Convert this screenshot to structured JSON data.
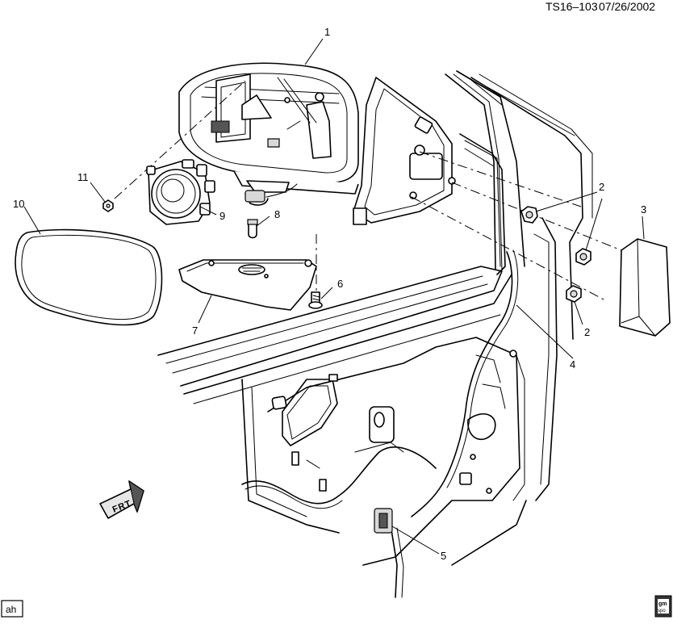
{
  "header": {
    "drawing_id": "TS16–103",
    "date": "07/26/2002"
  },
  "callouts": [
    {
      "id": "c1",
      "label": "1"
    },
    {
      "id": "c2a",
      "label": "2"
    },
    {
      "id": "c2b",
      "label": "2"
    },
    {
      "id": "c3",
      "label": "3"
    },
    {
      "id": "c4",
      "label": "4"
    },
    {
      "id": "c5",
      "label": "5"
    },
    {
      "id": "c6",
      "label": "6"
    },
    {
      "id": "c7",
      "label": "7"
    },
    {
      "id": "c8",
      "label": "8"
    },
    {
      "id": "c9",
      "label": "9"
    },
    {
      "id": "c10",
      "label": "10"
    },
    {
      "id": "c11",
      "label": "11"
    }
  ],
  "front_arrow": {
    "label": "FRT"
  },
  "footer": {
    "artist_initials": "ah",
    "logo_text_top": "gm",
    "logo_text_bottom": "spo"
  }
}
